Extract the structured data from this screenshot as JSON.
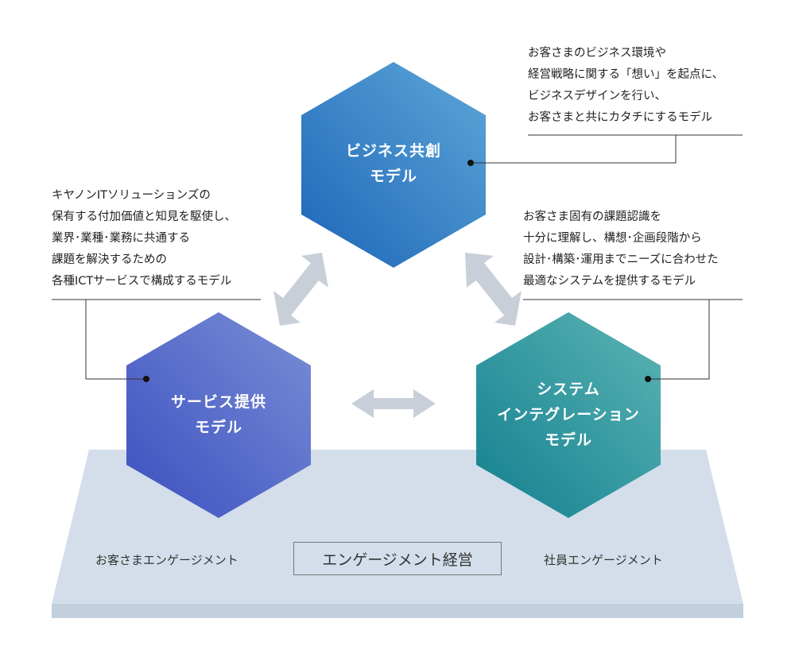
{
  "models": {
    "business": {
      "title_lines": [
        "ビジネス共創",
        "モデル"
      ],
      "description_lines": [
        "お客さまのビジネス環境や",
        "経営戦略に関する「想い」を起点に、",
        "ビジネスデザインを行い、",
        "お客さまと共にカタチにするモデル"
      ]
    },
    "service": {
      "title_lines": [
        "サービス提供",
        "モデル"
      ],
      "description_lines": [
        "キヤノンITソリューションズの",
        "保有する付加価値と知見を駆使し、",
        "業界･業種･業務に共通する",
        "課題を解決するための",
        "各種ICTサービスで構成するモデル"
      ]
    },
    "si": {
      "title_lines": [
        "システム",
        "インテグレーション",
        "モデル"
      ],
      "description_lines": [
        "お客さま固有の課題認識を",
        "十分に理解し、構想･企画段階から",
        "設計･構築･運用までニーズに合わせた",
        "最適なシステムを提供するモデル"
      ]
    }
  },
  "platform": {
    "center_label": "エンゲージメント経営",
    "left_label": "お客さまエンゲージメント",
    "right_label": "社員エンゲージメント"
  },
  "colors": {
    "business_hex": [
      "#1c66b8",
      "#5ea6d8"
    ],
    "service_hex": [
      "#3b4fc0",
      "#7a8ed6"
    ],
    "si_hex": [
      "#12808f",
      "#5cb4b4"
    ],
    "platform_top": "#d3deea",
    "platform_side": "#c2cfdc",
    "arrow": "#c8cfd8"
  }
}
